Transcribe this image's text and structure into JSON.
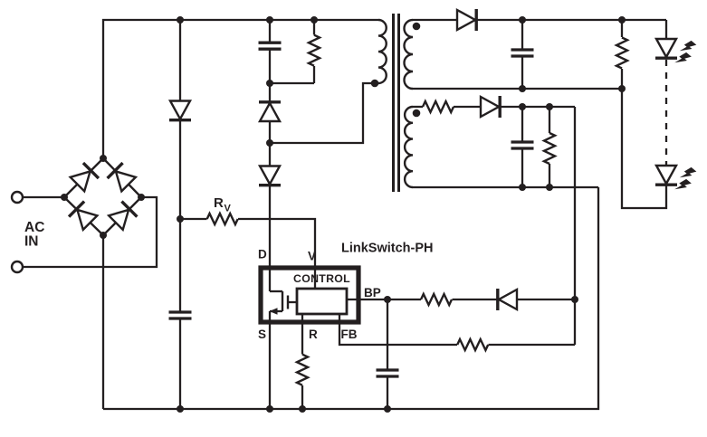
{
  "schematic": {
    "ic_title": "LinkSwitch-PH",
    "control_label": "CONTROL",
    "ac_label_line1": "AC",
    "ac_label_line2": "IN",
    "rv_label_main": "R",
    "rv_label_sub": "V",
    "pins": {
      "d": "D",
      "v": "V",
      "s": "S",
      "r": "R",
      "bp": "BP",
      "fb": "FB"
    },
    "colors": {
      "line": "#231f20",
      "background": "#ffffff"
    }
  }
}
